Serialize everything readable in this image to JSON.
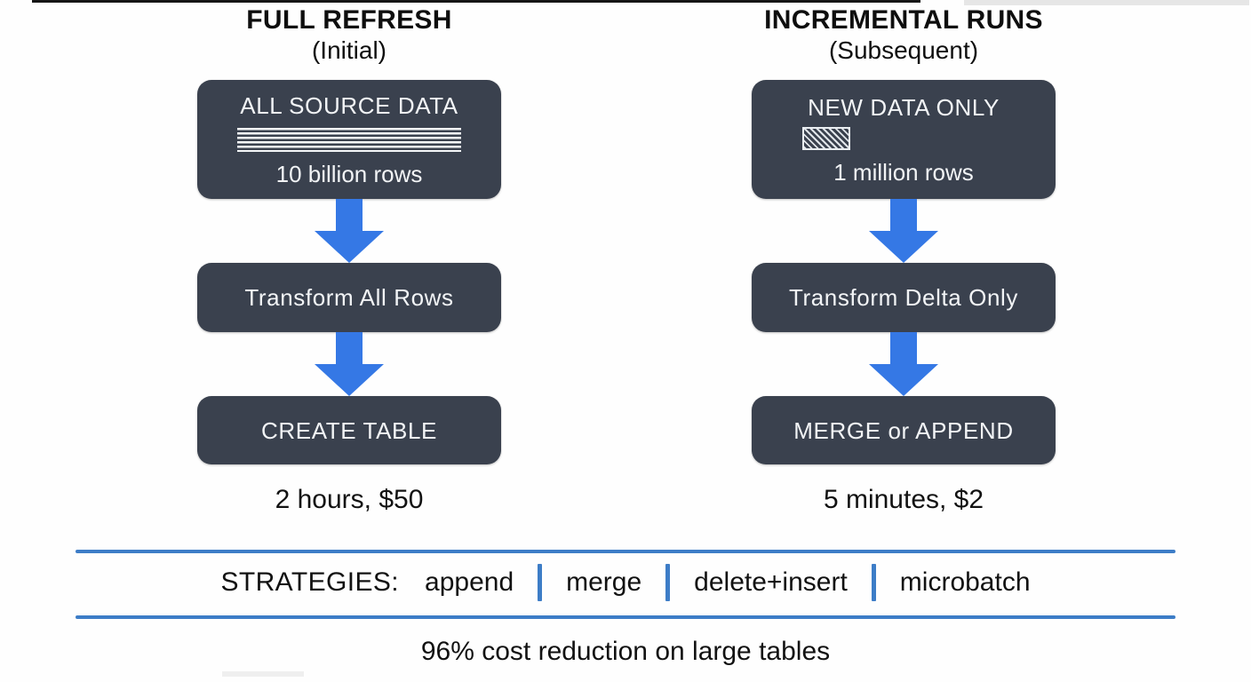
{
  "diagram": {
    "columns": [
      {
        "title": "FULL REFRESH",
        "subtitle": "(Initial)",
        "source": {
          "label": "ALL SOURCE DATA",
          "rows": "10 billion rows",
          "icon": "stacked-rows-icon"
        },
        "transform": {
          "label": "Transform All Rows"
        },
        "load": {
          "label": "CREATE TABLE"
        },
        "cost": "2 hours, $50"
      },
      {
        "title": "INCREMENTAL RUNS",
        "subtitle": "(Subsequent)",
        "source": {
          "label": "NEW DATA ONLY",
          "rows": "1 million rows",
          "icon": "hatched-data-chip-icon"
        },
        "transform": {
          "label": "Transform Delta Only"
        },
        "load": {
          "label": "MERGE or APPEND"
        },
        "cost": "5 minutes, $2"
      }
    ],
    "strategies": {
      "label": "STRATEGIES:",
      "items": [
        "append",
        "merge",
        "delete+insert",
        "microbatch"
      ]
    },
    "footer": "96% cost reduction on large tables",
    "colors": {
      "box_fill": "#3a414e",
      "arrow_blue": "#3578e5",
      "divider_blue": "#3d7dc7",
      "box_text": "#f2f4f6",
      "heading_text": "#0e0e0e"
    }
  }
}
